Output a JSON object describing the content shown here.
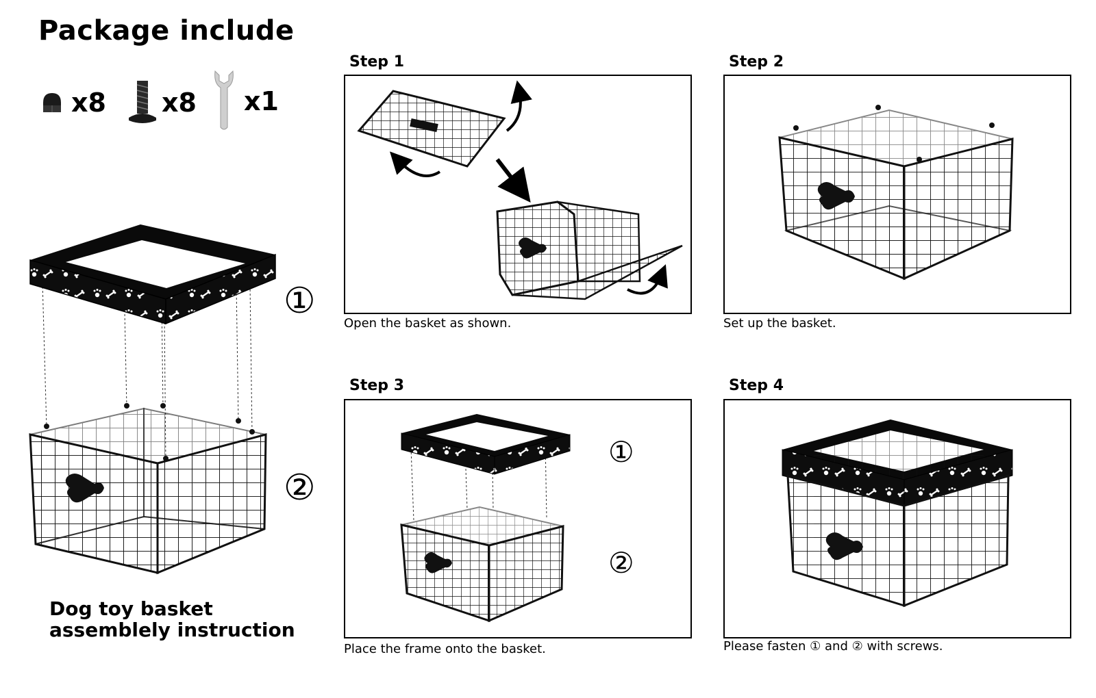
{
  "header": {
    "title": "Package include"
  },
  "package": [
    {
      "icon": "nut-icon",
      "qty": "x8"
    },
    {
      "icon": "screw-icon",
      "qty": "x8"
    },
    {
      "icon": "wrench-icon",
      "qty": "x1"
    }
  ],
  "parts": {
    "frame_marker": "①",
    "basket_marker": "②"
  },
  "doc_caption": {
    "line1": "Dog toy basket",
    "line2": "assemblely instruction"
  },
  "steps": [
    {
      "title": "Step 1",
      "caption": "Open the basket as shown."
    },
    {
      "title": "Step 2",
      "caption": "Set up the basket."
    },
    {
      "title": "Step 3",
      "caption": "Place the frame onto the basket.",
      "marker1": "①",
      "marker2": "②"
    },
    {
      "title": "Step 4",
      "caption": "Please fasten ① and ② with screws."
    }
  ]
}
